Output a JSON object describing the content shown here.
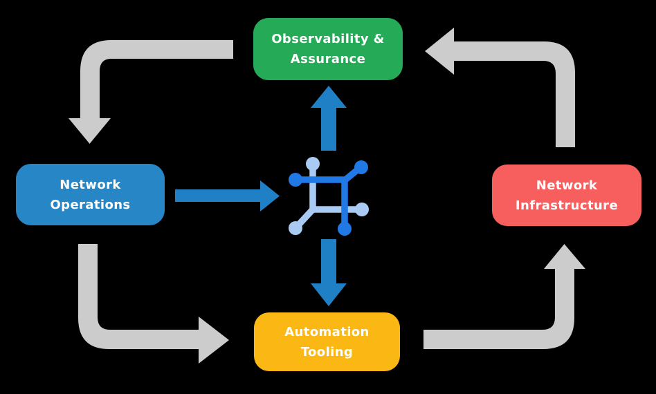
{
  "nodes": {
    "observability": {
      "label": "Observability &\nAssurance",
      "color": "#25AA58"
    },
    "operations": {
      "label": "Network\nOperations",
      "color": "#2786C6"
    },
    "infrastructure": {
      "label": "Network\nInfrastructure",
      "color": "#F75F5F"
    },
    "automation": {
      "label": "Automation\nTooling",
      "color": "#FBB713"
    }
  },
  "colors": {
    "background": "#000000",
    "cycle_arrow": "#CCCCCC",
    "link_arrow": "#1F80C6",
    "icon_dark": "#2079E5",
    "icon_light": "#A9CBF3",
    "label_text": "#FFFFFF"
  },
  "icon": {
    "name": "network-automation-platform-icon"
  },
  "flows": {
    "cycle": [
      {
        "from": "Observability & Assurance",
        "to": "Network Operations"
      },
      {
        "from": "Network Operations",
        "to": "Automation Tooling"
      },
      {
        "from": "Automation Tooling",
        "to": "Network Infrastructure"
      },
      {
        "from": "Network Infrastructure",
        "to": "Observability & Assurance"
      }
    ],
    "links": [
      {
        "from": "Network Operations",
        "to": "platform-icon"
      },
      {
        "from": "platform-icon",
        "to": "Observability & Assurance"
      },
      {
        "from": "platform-icon",
        "to": "Automation Tooling"
      }
    ]
  }
}
